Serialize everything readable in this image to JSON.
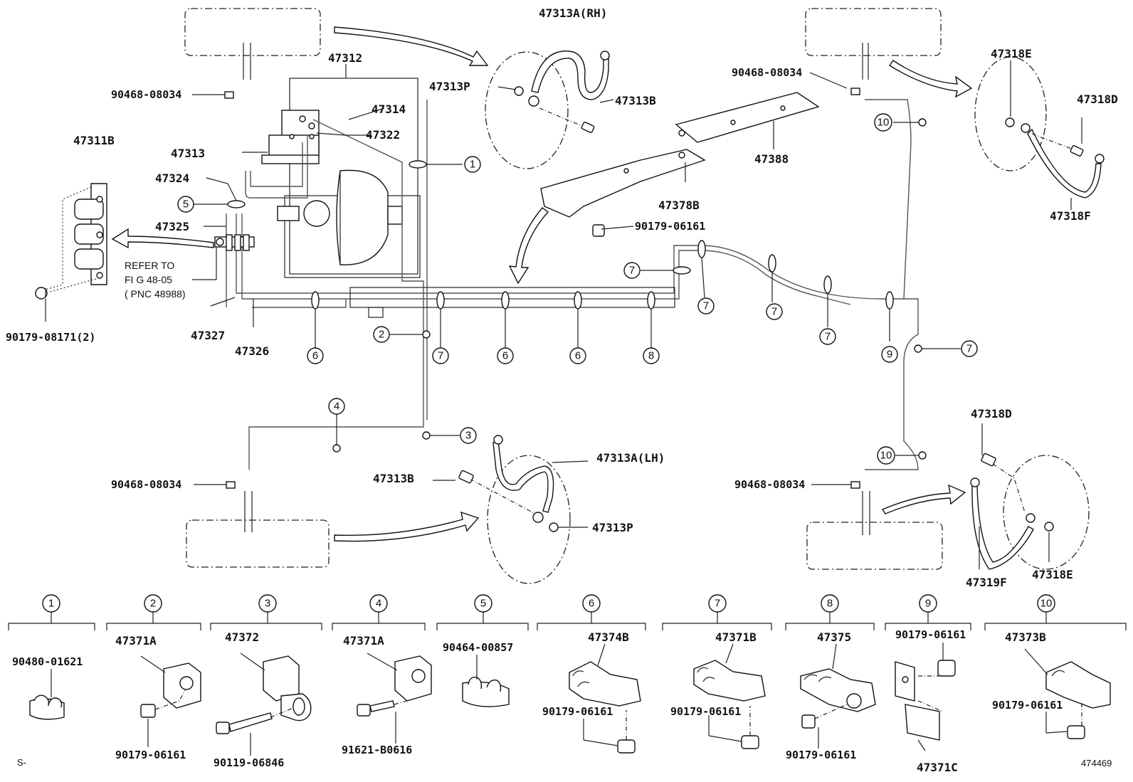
{
  "diagram_id": "474469",
  "corner_mark": "S-",
  "refer_note": {
    "line1": "REFER TO",
    "line2": "FI G 48-05",
    "line3": "( PNC 48988)"
  },
  "callouts": {
    "c47312": "47312",
    "c47314": "47314",
    "c47322": "47322",
    "c47313": "47313",
    "c47324": "47324",
    "c47325": "47325",
    "c47311B": "47311B",
    "c90179_08171": "90179-08171(2)",
    "c47327": "47327",
    "c47326": "47326",
    "c90468_a": "90468-08034",
    "c90468_b": "90468-08034",
    "c90468_c": "90468-08034",
    "c90468_d": "90468-08034",
    "c47313A_RH": "47313A(RH)",
    "c47313P_a": "47313P",
    "c47313B_a": "47313B",
    "c47388": "47388",
    "c47378B": "47378B",
    "c90179_06161_top": "90179-06161",
    "c47318E_a": "47318E",
    "c47318D_a": "47318D",
    "c47318F": "47318F",
    "c47313A_LH": "47313A(LH)",
    "c47313B_b": "47313B",
    "c47313P_b": "47313P",
    "c47318D_b": "47318D",
    "c47319F": "47319F",
    "c47318E_b": "47318E"
  },
  "markers": [
    "1",
    "2",
    "3",
    "4",
    "5",
    "6",
    "7",
    "8",
    "9",
    "10"
  ],
  "legend": [
    {
      "num": "1",
      "parts": [
        "90480-01621"
      ]
    },
    {
      "num": "2",
      "parts": [
        "47371A",
        "90179-06161"
      ]
    },
    {
      "num": "3",
      "parts": [
        "47372",
        "90119-06846"
      ]
    },
    {
      "num": "4",
      "parts": [
        "47371A",
        "91621-B0616"
      ]
    },
    {
      "num": "5",
      "parts": [
        "90464-00857"
      ]
    },
    {
      "num": "6",
      "parts": [
        "47374B",
        "90179-06161"
      ]
    },
    {
      "num": "7",
      "parts": [
        "47371B",
        "90179-06161"
      ]
    },
    {
      "num": "8",
      "parts": [
        "47375",
        "90179-06161"
      ]
    },
    {
      "num": "9",
      "parts": [
        "90179-06161",
        "47371C"
      ]
    },
    {
      "num": "10",
      "parts": [
        "47373B",
        "90179-06161"
      ]
    }
  ]
}
